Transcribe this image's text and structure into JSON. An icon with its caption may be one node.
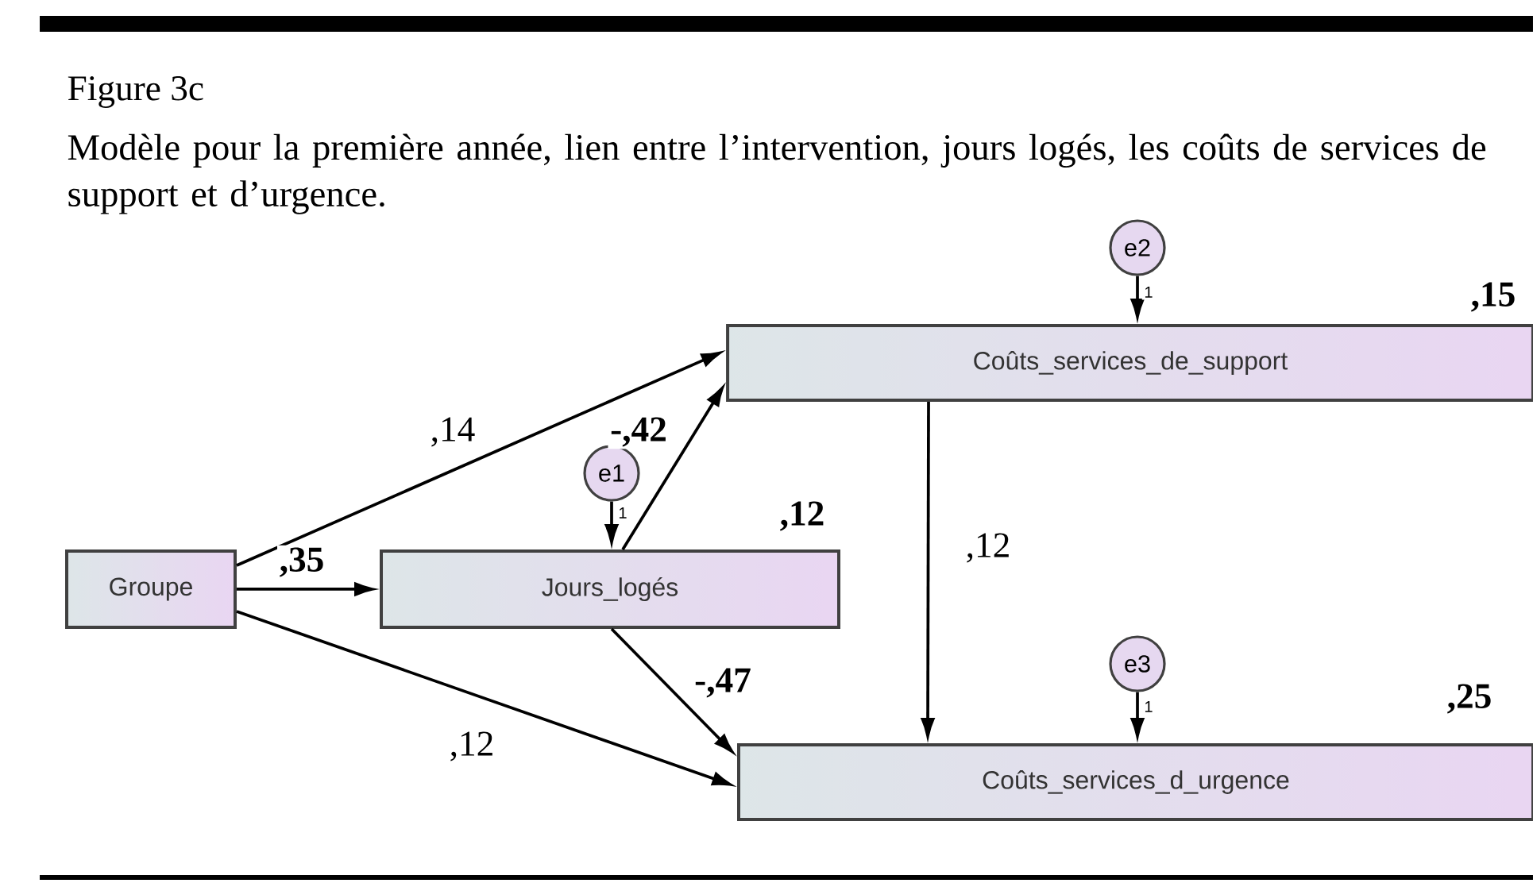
{
  "diagram": {
    "title": "Figure 3c",
    "caption": "Modèle pour la première année, lien entre l’intervention, jours logés, les coûts de services de support et d’urgence.",
    "nodes": [
      {
        "text": [
          "Groupe"
        ]
      },
      {
        "text": [
          "Jours_logés"
        ],
        "beside": [
          ",12"
        ]
      },
      {
        "text": [
          "Coûts_services_de_support"
        ],
        "beside": [
          ",15"
        ]
      },
      {
        "text": [
          "Coûts_services_d_urgence"
        ],
        "beside": [
          ",25"
        ]
      },
      {
        "text": [
          "e1"
        ]
      },
      {
        "text": [
          "e2"
        ]
      },
      {
        "text": [
          "e3"
        ]
      }
    ],
    "edges": [
      {
        "from": 0,
        "to": 2,
        "arrow": "to",
        "label": ",14"
      },
      {
        "from": 0,
        "to": 1,
        "arrow": "to",
        "label": ",35"
      },
      {
        "from": 0,
        "to": 3,
        "arrow": "to",
        "label": ",12"
      },
      {
        "from": 1,
        "to": 2,
        "arrow": "to",
        "label": "-,42"
      },
      {
        "from": 1,
        "to": 3,
        "arrow": "to",
        "label": "-,47"
      },
      {
        "from": 2,
        "to": 3,
        "arrow": "to",
        "label": ",12"
      },
      {
        "from": 4,
        "to": 1,
        "arrow": "to",
        "label": "1"
      },
      {
        "from": 5,
        "to": 2,
        "arrow": "to",
        "label": "1"
      },
      {
        "from": 6,
        "to": 3,
        "arrow": "to",
        "label": "1"
      }
    ]
  }
}
